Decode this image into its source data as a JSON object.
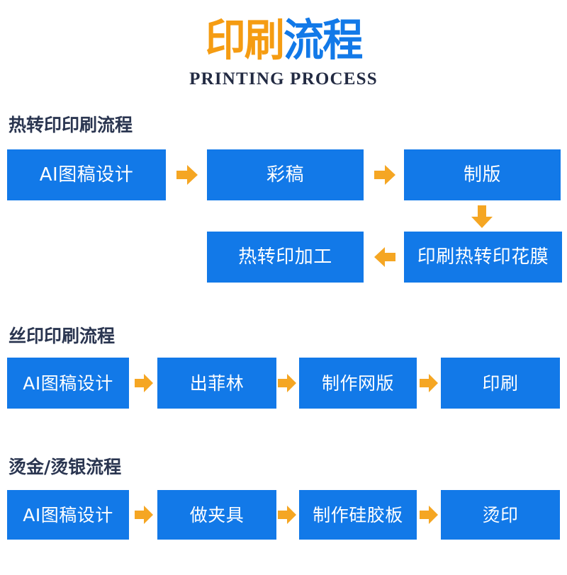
{
  "title": {
    "cn_orange": "印刷",
    "cn_blue": "流程",
    "en": "PRINTING PROCESS"
  },
  "colors": {
    "box_blue": "#1279E8",
    "arrow_orange": "#F5A623",
    "title_orange": "#F59C12",
    "title_blue": "#1279E8",
    "heading_navy": "#2A3550",
    "subtitle_navy": "#232B43",
    "box_text": "#FFFFFF"
  },
  "sections": [
    {
      "heading": "热转印印刷流程",
      "rows": [
        {
          "nodes": [
            "AI图稿设计",
            "彩稿",
            "制版"
          ],
          "connectors": [
            "arrow-right",
            "arrow-right"
          ]
        },
        {
          "nodes": [
            "热转印加工",
            "印刷热转印花膜"
          ],
          "connectors": [
            "arrow-left"
          ]
        }
      ],
      "vertical_connector": "arrow-down"
    },
    {
      "heading": "丝印印刷流程",
      "rows": [
        {
          "nodes": [
            "AI图稿设计",
            "出菲林",
            "制作网版",
            "印刷"
          ],
          "connectors": [
            "arrow-right",
            "arrow-right",
            "arrow-right"
          ]
        }
      ]
    },
    {
      "heading": "烫金/烫银流程",
      "rows": [
        {
          "nodes": [
            "AI图稿设计",
            "做夹具",
            "制作硅胶板",
            "烫印"
          ],
          "connectors": [
            "arrow-right",
            "arrow-right",
            "arrow-right"
          ]
        }
      ]
    }
  ]
}
